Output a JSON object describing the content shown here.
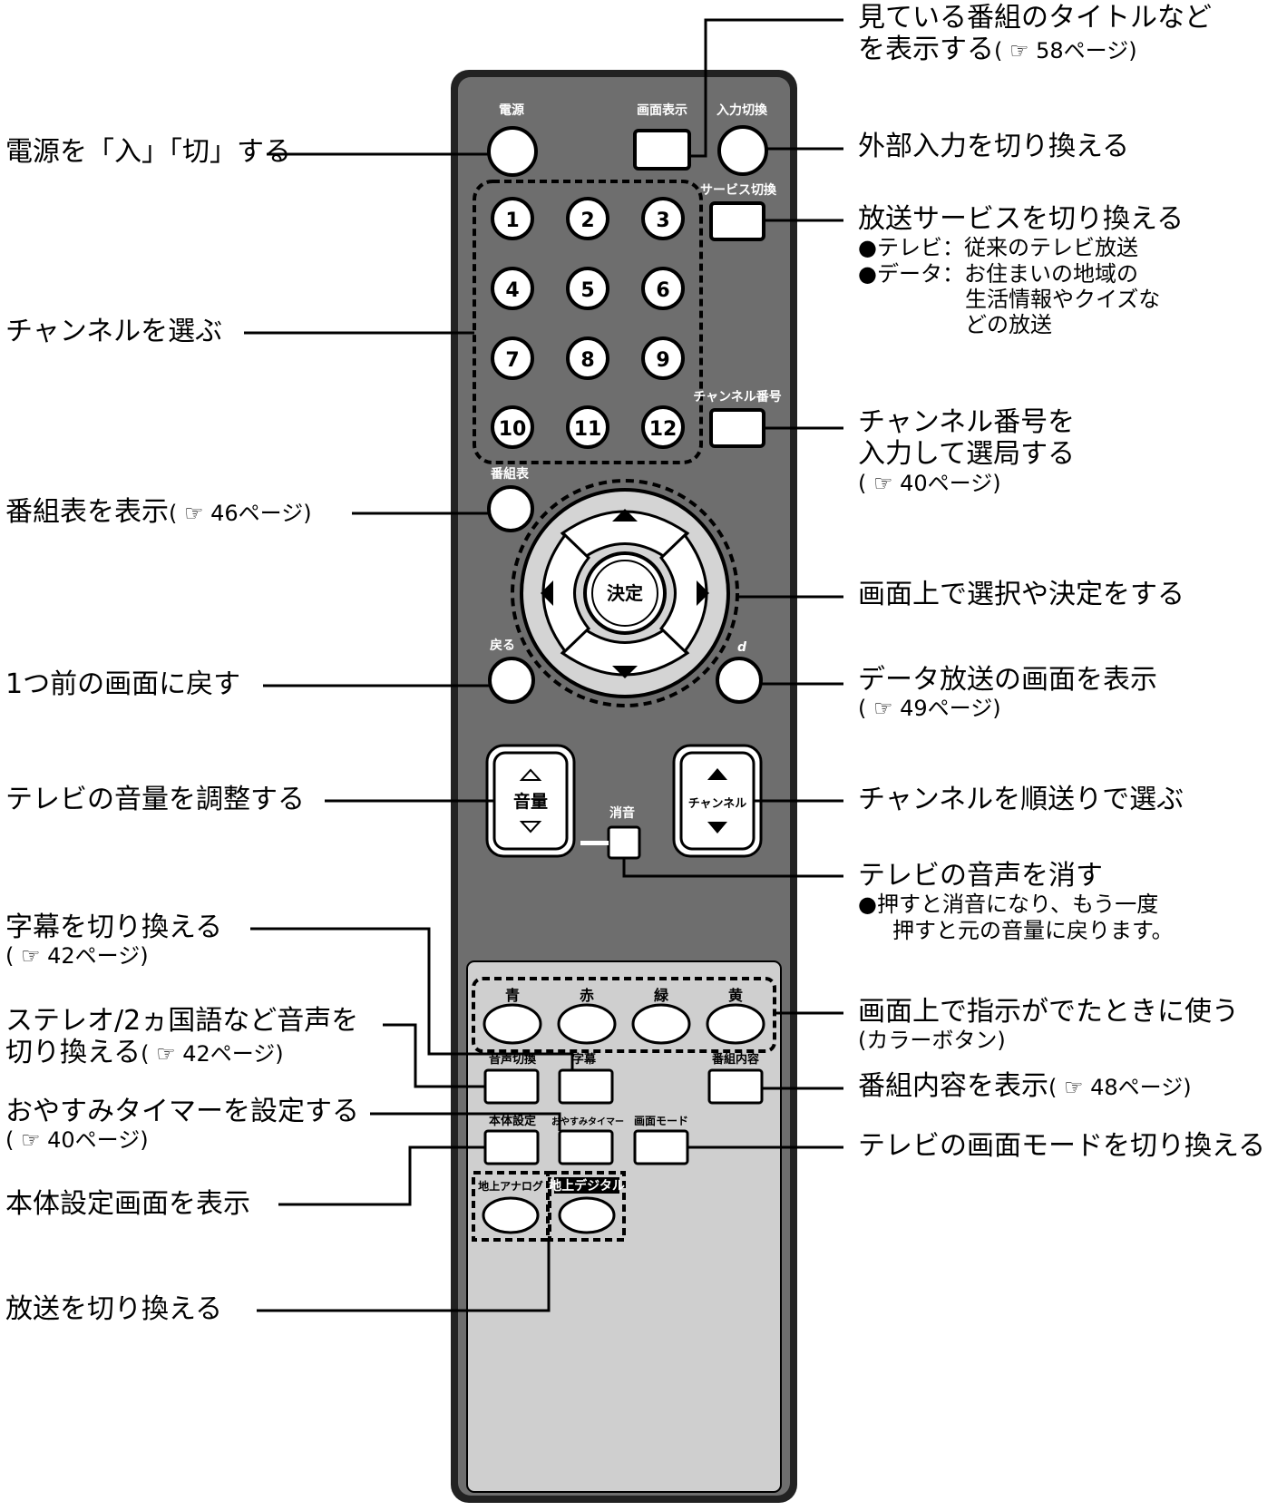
{
  "annotations": {
    "title_info": {
      "line1": "見ている番組のタイトルなど",
      "line2": "を表示する",
      "ref": "( ☞ 58ページ)"
    },
    "power": {
      "text": "電源を「入」「切」する"
    },
    "input": {
      "text": "外部入力を切り換える"
    },
    "service": {
      "title": "放送サービスを切り換える",
      "tv": "●テレビ：従来のテレビ放送",
      "data1": "●データ：お住まいの地域の",
      "data2": "生活情報やクイズな",
      "data3": "どの放送"
    },
    "channel_select": {
      "text": "チャンネルを選ぶ"
    },
    "channel_number": {
      "line1": "チャンネル番号を",
      "line2": "入力して選局する",
      "ref": "( ☞ 40ページ)"
    },
    "epg": {
      "text": "番組表を表示",
      "ref": "( ☞ 46ページ)"
    },
    "dpad": {
      "text": "画面上で選択や決定をする"
    },
    "back": {
      "text": "1つ前の画面に戻す"
    },
    "data_broadcast": {
      "text": "データ放送の画面を表示",
      "ref": "( ☞ 49ページ)"
    },
    "volume": {
      "text": "テレビの音量を調整する"
    },
    "channel_updown": {
      "text": "チャンネルを順送りで選ぶ"
    },
    "mute": {
      "title": "テレビの音声を消す",
      "note1": "●押すと消音になり、もう一度",
      "note2": "押すと元の音量に戻ります。"
    },
    "subtitles": {
      "text": "字幕を切り換える",
      "ref": "( ☞ 42ページ)"
    },
    "color_buttons": {
      "text": "画面上で指示がでたときに使う",
      "sub": "(カラーボタン)"
    },
    "audio": {
      "line1": "ステレオ/2ヵ国語など音声を",
      "line2": "切り換える",
      "ref": "( ☞ 42ページ)"
    },
    "program_info": {
      "text": "番組内容を表示",
      "ref": "( ☞ 48ページ)"
    },
    "sleep_timer": {
      "text": "おやすみタイマーを設定する",
      "ref": "( ☞ 40ページ)"
    },
    "picture_mode": {
      "text": "テレビの画面モードを切り換える"
    },
    "settings": {
      "text": "本体設定画面を表示"
    },
    "broadcast_switch": {
      "text": "放送を切り換える"
    }
  },
  "remote": {
    "power_label": "電源",
    "display_label": "画面表示",
    "input_label": "入力切換",
    "service_label": "サービス切換",
    "channel_number_label": "チャンネル番号",
    "epg_label": "番組表",
    "keypad": [
      "1",
      "2",
      "3",
      "4",
      "5",
      "6",
      "7",
      "8",
      "9",
      "10",
      "11",
      "12"
    ],
    "enter_label": "決定",
    "back_label": "戻る",
    "d_label": "d",
    "volume_label": "音量",
    "channel_label": "チャンネル",
    "mute_label": "消音",
    "colors": [
      {
        "label": "青"
      },
      {
        "label": "赤"
      },
      {
        "label": "緑"
      },
      {
        "label": "黄"
      }
    ],
    "audio_label": "音声切換",
    "subtitle_label": "字幕",
    "program_info_label": "番組内容",
    "settings_label": "本体設定",
    "sleep_label": "おやすみタイマー",
    "picture_mode_label": "画面モード",
    "analog_label": "地上アナログ",
    "digital_label": "地上デジタル"
  },
  "colors": {
    "body_dark": "#6e6e6e",
    "body_light": "#cfcfcf",
    "button": "#ffffff",
    "outline": "#000000"
  }
}
